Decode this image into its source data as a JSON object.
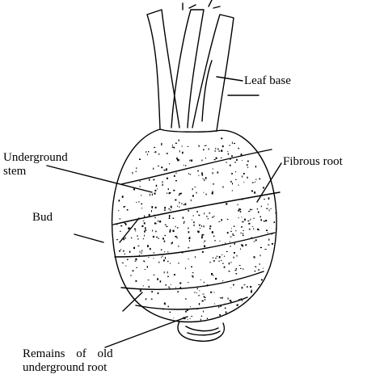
{
  "labels": {
    "leaf_base": "Leaf base",
    "underground_stem_line1": "Underground",
    "underground_stem_line2": "stem",
    "fibrous_root": "Fibrous root",
    "bud": "Bud",
    "remains_line1": "Remains of old",
    "remains_line2": "underground root"
  },
  "colors": {
    "ink": "#000000",
    "background": "#ffffff"
  }
}
